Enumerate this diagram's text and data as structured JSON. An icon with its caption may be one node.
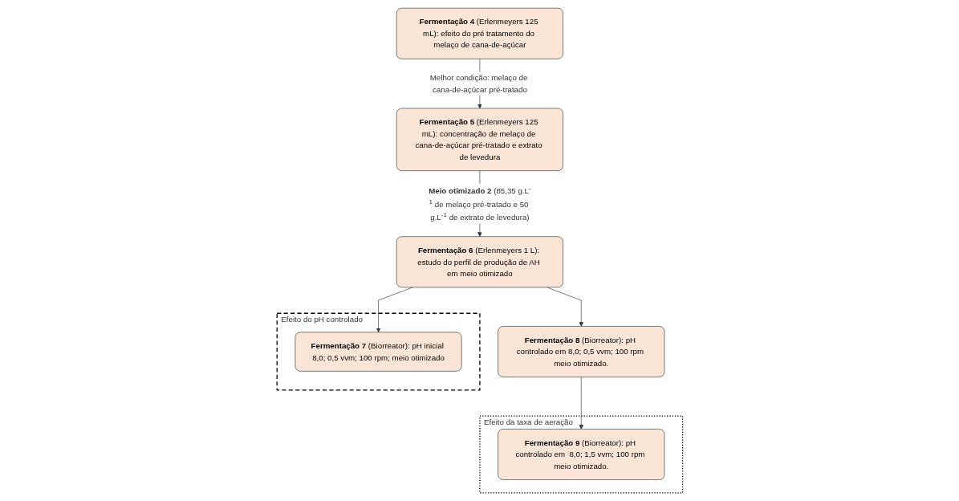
{
  "diagram": {
    "nodes": [
      {
        "text": [
          "**Fermentação 4** (Erlenmeyers 125 mL): efeito do pré tratamento do melaço de cana-de-açúcar"
        ]
      },
      {
        "text": [
          "**Fermentação 5** (Erlenmeyers 125 mL): concentração de melaço de cana-de-açúcar pré-tratado e extrato de levedura"
        ]
      },
      {
        "text": [
          "**Fermentação 6** (Erlenmeyers 1 L): estudo do perfil de produção de AH em meio otimizado"
        ]
      },
      {
        "text": [
          "Efeito do pH controlado"
        ]
      },
      {
        "text": [
          "**Fermentação 7** (Biorreator): pH inicial 8,0; 0,5 vvm; 100 rpm; meio otimizado"
        ],
        "in": 3
      },
      {
        "text": [
          "**Fermentação 8** (Biorreator): pH controlado em 8,0; 0,5 vvm; 100 rpm meio otimizado."
        ]
      },
      {
        "text": [
          "Efeito da taxa de aeração"
        ]
      },
      {
        "text": [
          "**Fermentação 9** (Biorreator): pH controlado em  8,0; 1,5 vvm; 100 rpm meio otimizado."
        ],
        "in": 6
      }
    ],
    "edges": [
      {
        "from": 0,
        "to": 1,
        "arrow": "to",
        "label": "Melhor condição: melaço de cana-de-açúcar pré-tratado"
      },
      {
        "from": 1,
        "to": 2,
        "arrow": "to",
        "label": "**Meio otimizado 2** (85,35 g.L$^{-1}$ de melaço pré-tratado e 50 g.L$^{-1}$ de extrato de levedura)"
      },
      {
        "from": 2,
        "to": 4,
        "arrow": "to"
      },
      {
        "from": 2,
        "to": 5,
        "arrow": "to"
      },
      {
        "from": 5,
        "to": 7,
        "arrow": "to"
      }
    ]
  }
}
